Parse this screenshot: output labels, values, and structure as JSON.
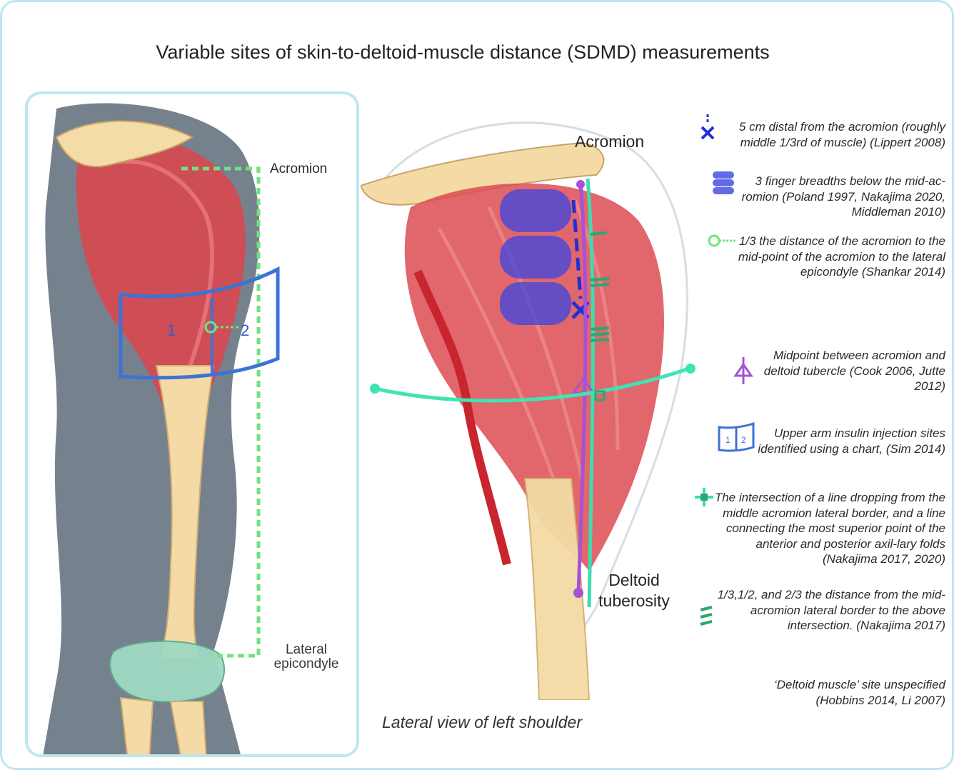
{
  "title": "Variable sites of skin-to-deltoid-muscle distance (SDMD) measurements",
  "inset": {
    "acromion_label": "Acromion",
    "epicondyle_label_line1": "Lateral",
    "epicondyle_label_line2": "epicondyle",
    "zone1": "1",
    "zone2": "2"
  },
  "main": {
    "acromion_label": "Acromion",
    "tuberosity_line1": "Deltoid",
    "tuberosity_line2": "tuberosity",
    "caption": "Lateral view of left shoulder"
  },
  "legend": [
    {
      "icon": "x-mark-icon",
      "color": "#2130d6",
      "text": "5 cm distal from the acromion (roughly middle 1/3rd of muscle) (Lippert 2008)"
    },
    {
      "icon": "finger-breadths-icon",
      "color": "#3b45e0",
      "text": "3 finger breadths below the mid-ac-romion (Poland 1997, Nakajima 2020, Middleman 2010)"
    },
    {
      "icon": "circle-line-icon",
      "color": "#6ee77a",
      "text": "1/3 the distance of the acromion to the mid-point of the acromion to the lateral epicondyle (Shankar 2014)"
    },
    {
      "icon": "triangle-marker-icon",
      "color": "#a651d6",
      "text": "Midpoint between acromion and deltoid tubercle (Cook 2006, Jutte 2012)"
    },
    {
      "icon": "injection-chart-icon",
      "color": "#3c72d6",
      "text": "Upper arm insulin injection sites identified using a chart, (Sim 2014)"
    },
    {
      "icon": "cross-square-icon",
      "color": "#3fdcae",
      "text": "The intersection of a line dropping from the middle acromion lateral border, and a line connecting the most superior point of the anterior and posterior axil-lary folds (Nakajima 2017, 2020)"
    },
    {
      "icon": "triple-dash-icon",
      "color": "#2aa772",
      "text": "1/3,1/2, and 2/3 the distance from the mid-acromion lateral border to the above intersection. (Nakajima 2017)"
    },
    {
      "icon": "none",
      "color": "#000000",
      "text": "‘Deltoid muscle’ site unspecified (Hobbins 2014, Li 2007)"
    }
  ]
}
